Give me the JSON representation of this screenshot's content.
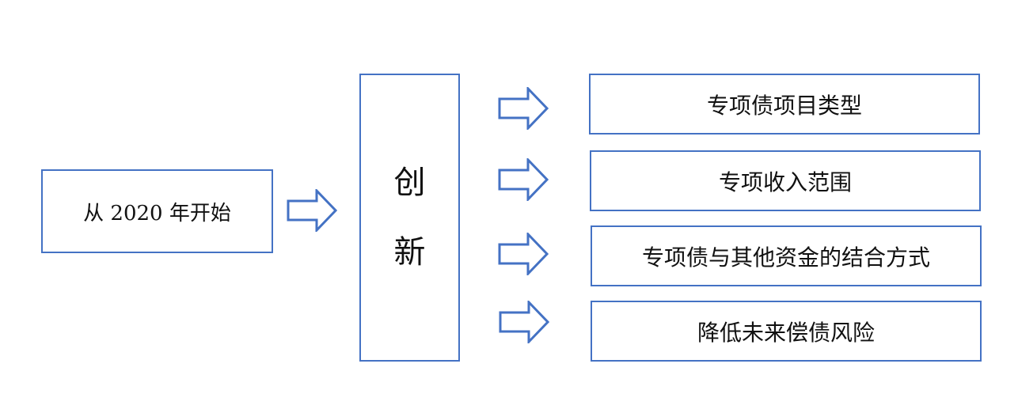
{
  "start": {
    "label": "从 2020 年开始"
  },
  "innovation": {
    "chars": [
      "创",
      "新"
    ]
  },
  "items": [
    {
      "label": "专项债项目类型"
    },
    {
      "label": "专项收入范围"
    },
    {
      "label": "专项债与其他资金的结合方式"
    },
    {
      "label": "降低未来偿债风险"
    }
  ],
  "colors": {
    "border": "#4472c4",
    "arrow_stroke": "#4472c4",
    "arrow_fill": "#ffffff",
    "text": "#111111"
  },
  "icons": {
    "arrow": "right-block-arrow-icon"
  }
}
